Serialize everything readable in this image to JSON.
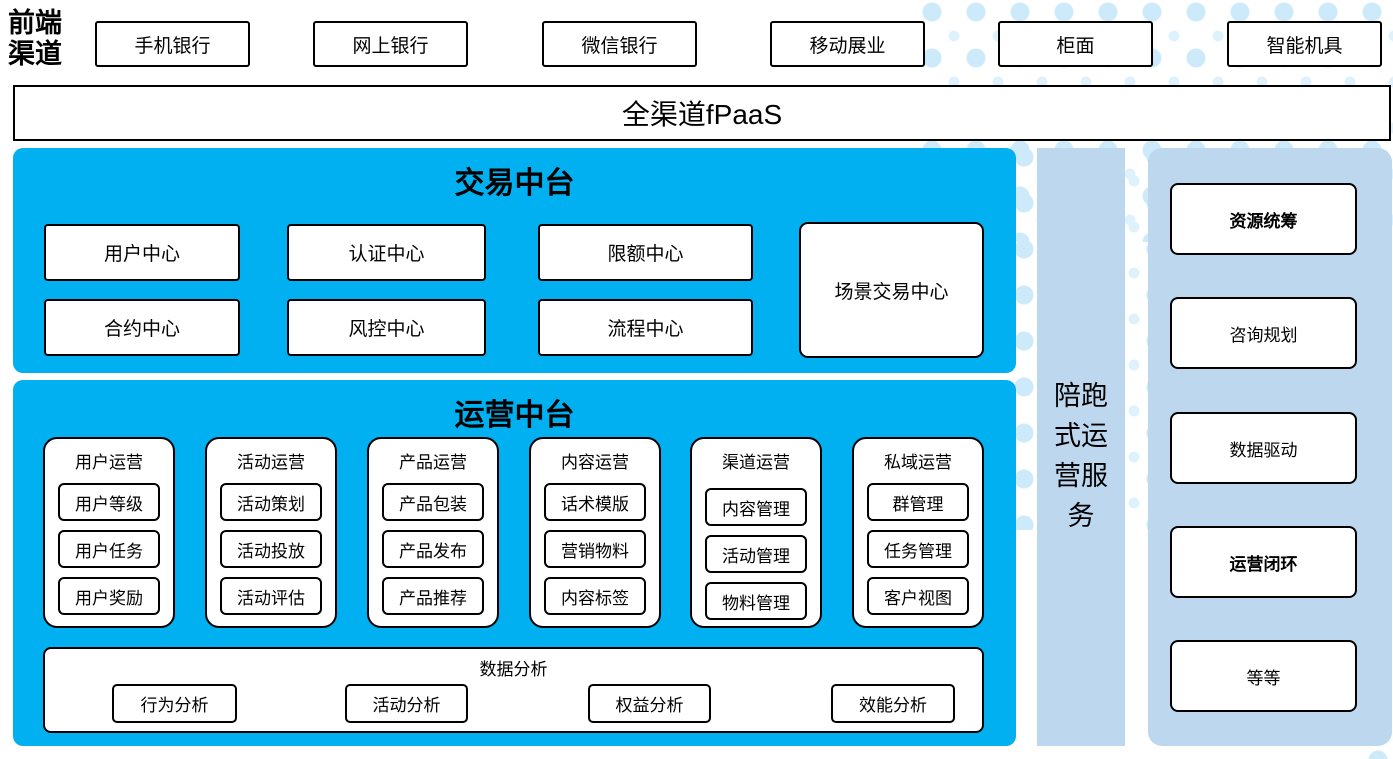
{
  "front_channels": {
    "label": "前端渠道",
    "items": [
      "手机银行",
      "网上银行",
      "微信银行",
      "移动展业",
      "柜面",
      "智能机具"
    ]
  },
  "fpaas_bar": {
    "label": "全渠道fPaaS"
  },
  "trading_platform": {
    "title": "交易中台",
    "centers": [
      "用户中心",
      "认证中心",
      "限额中心",
      "合约中心",
      "风控中心",
      "流程中心"
    ],
    "scene_center": "场景交易中心"
  },
  "operation_platform": {
    "title": "运营中台",
    "columns": [
      {
        "title": "用户运营",
        "items": [
          "用户等级",
          "用户任务",
          "用户奖励"
        ]
      },
      {
        "title": "活动运营",
        "items": [
          "活动策划",
          "活动投放",
          "活动评估"
        ]
      },
      {
        "title": "产品运营",
        "items": [
          "产品包装",
          "产品发布",
          "产品推荐"
        ]
      },
      {
        "title": "内容运营",
        "items": [
          "话术模版",
          "营销物料",
          "内容标签"
        ]
      },
      {
        "title": "渠道运营",
        "items": [
          "内容管理",
          "活动管理",
          "物料管理"
        ]
      },
      {
        "title": "私域运营",
        "items": [
          "群管理",
          "任务管理",
          "客户视图"
        ]
      }
    ],
    "data_analysis": {
      "title": "数据分析",
      "items": [
        "行为分析",
        "活动分析",
        "权益分析",
        "效能分析"
      ]
    }
  },
  "side_service": {
    "label": "陪跑式运营服务"
  },
  "right_panel": {
    "items": [
      {
        "label": "资源统筹",
        "bold": true
      },
      {
        "label": "咨询规划",
        "bold": false
      },
      {
        "label": "数据驱动",
        "bold": false
      },
      {
        "label": "运营闭环",
        "bold": true
      },
      {
        "label": "等等",
        "bold": false
      }
    ]
  },
  "colors": {
    "bright_blue": "#00B0F0",
    "light_blue": "#BDD7EE",
    "dot_blue": "#CDEAFA"
  }
}
